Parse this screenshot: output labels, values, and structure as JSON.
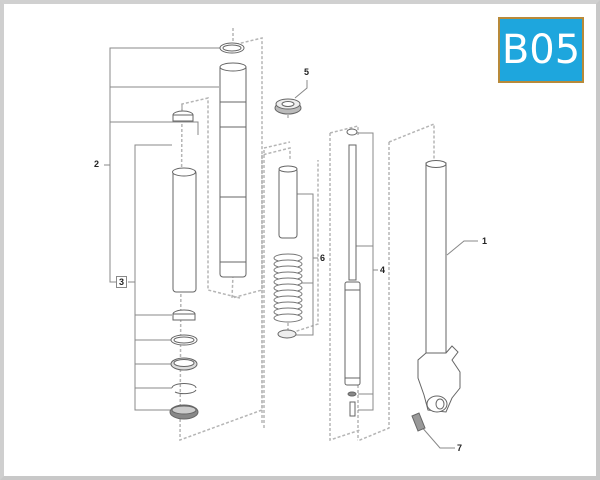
{
  "diagram": {
    "code_badge": "B05",
    "badge_colors": {
      "fill": "#1ea6dd",
      "border": "#b88a3a",
      "text": "#ffffff"
    },
    "callouts": [
      {
        "id": "1",
        "label": "1",
        "part": "fork-outer-tube-with-caliper-mount"
      },
      {
        "id": "2",
        "label": "2",
        "part": "fork-tube-assembly"
      },
      {
        "id": "3",
        "label": "3",
        "part": "bushing-seal-kit"
      },
      {
        "id": "4",
        "label": "4",
        "part": "damper-cartridge"
      },
      {
        "id": "5",
        "label": "5",
        "part": "top-cap"
      },
      {
        "id": "6",
        "label": "6",
        "part": "spring-and-spacer"
      },
      {
        "id": "7",
        "label": "7",
        "part": "reflector-sticker"
      }
    ]
  }
}
